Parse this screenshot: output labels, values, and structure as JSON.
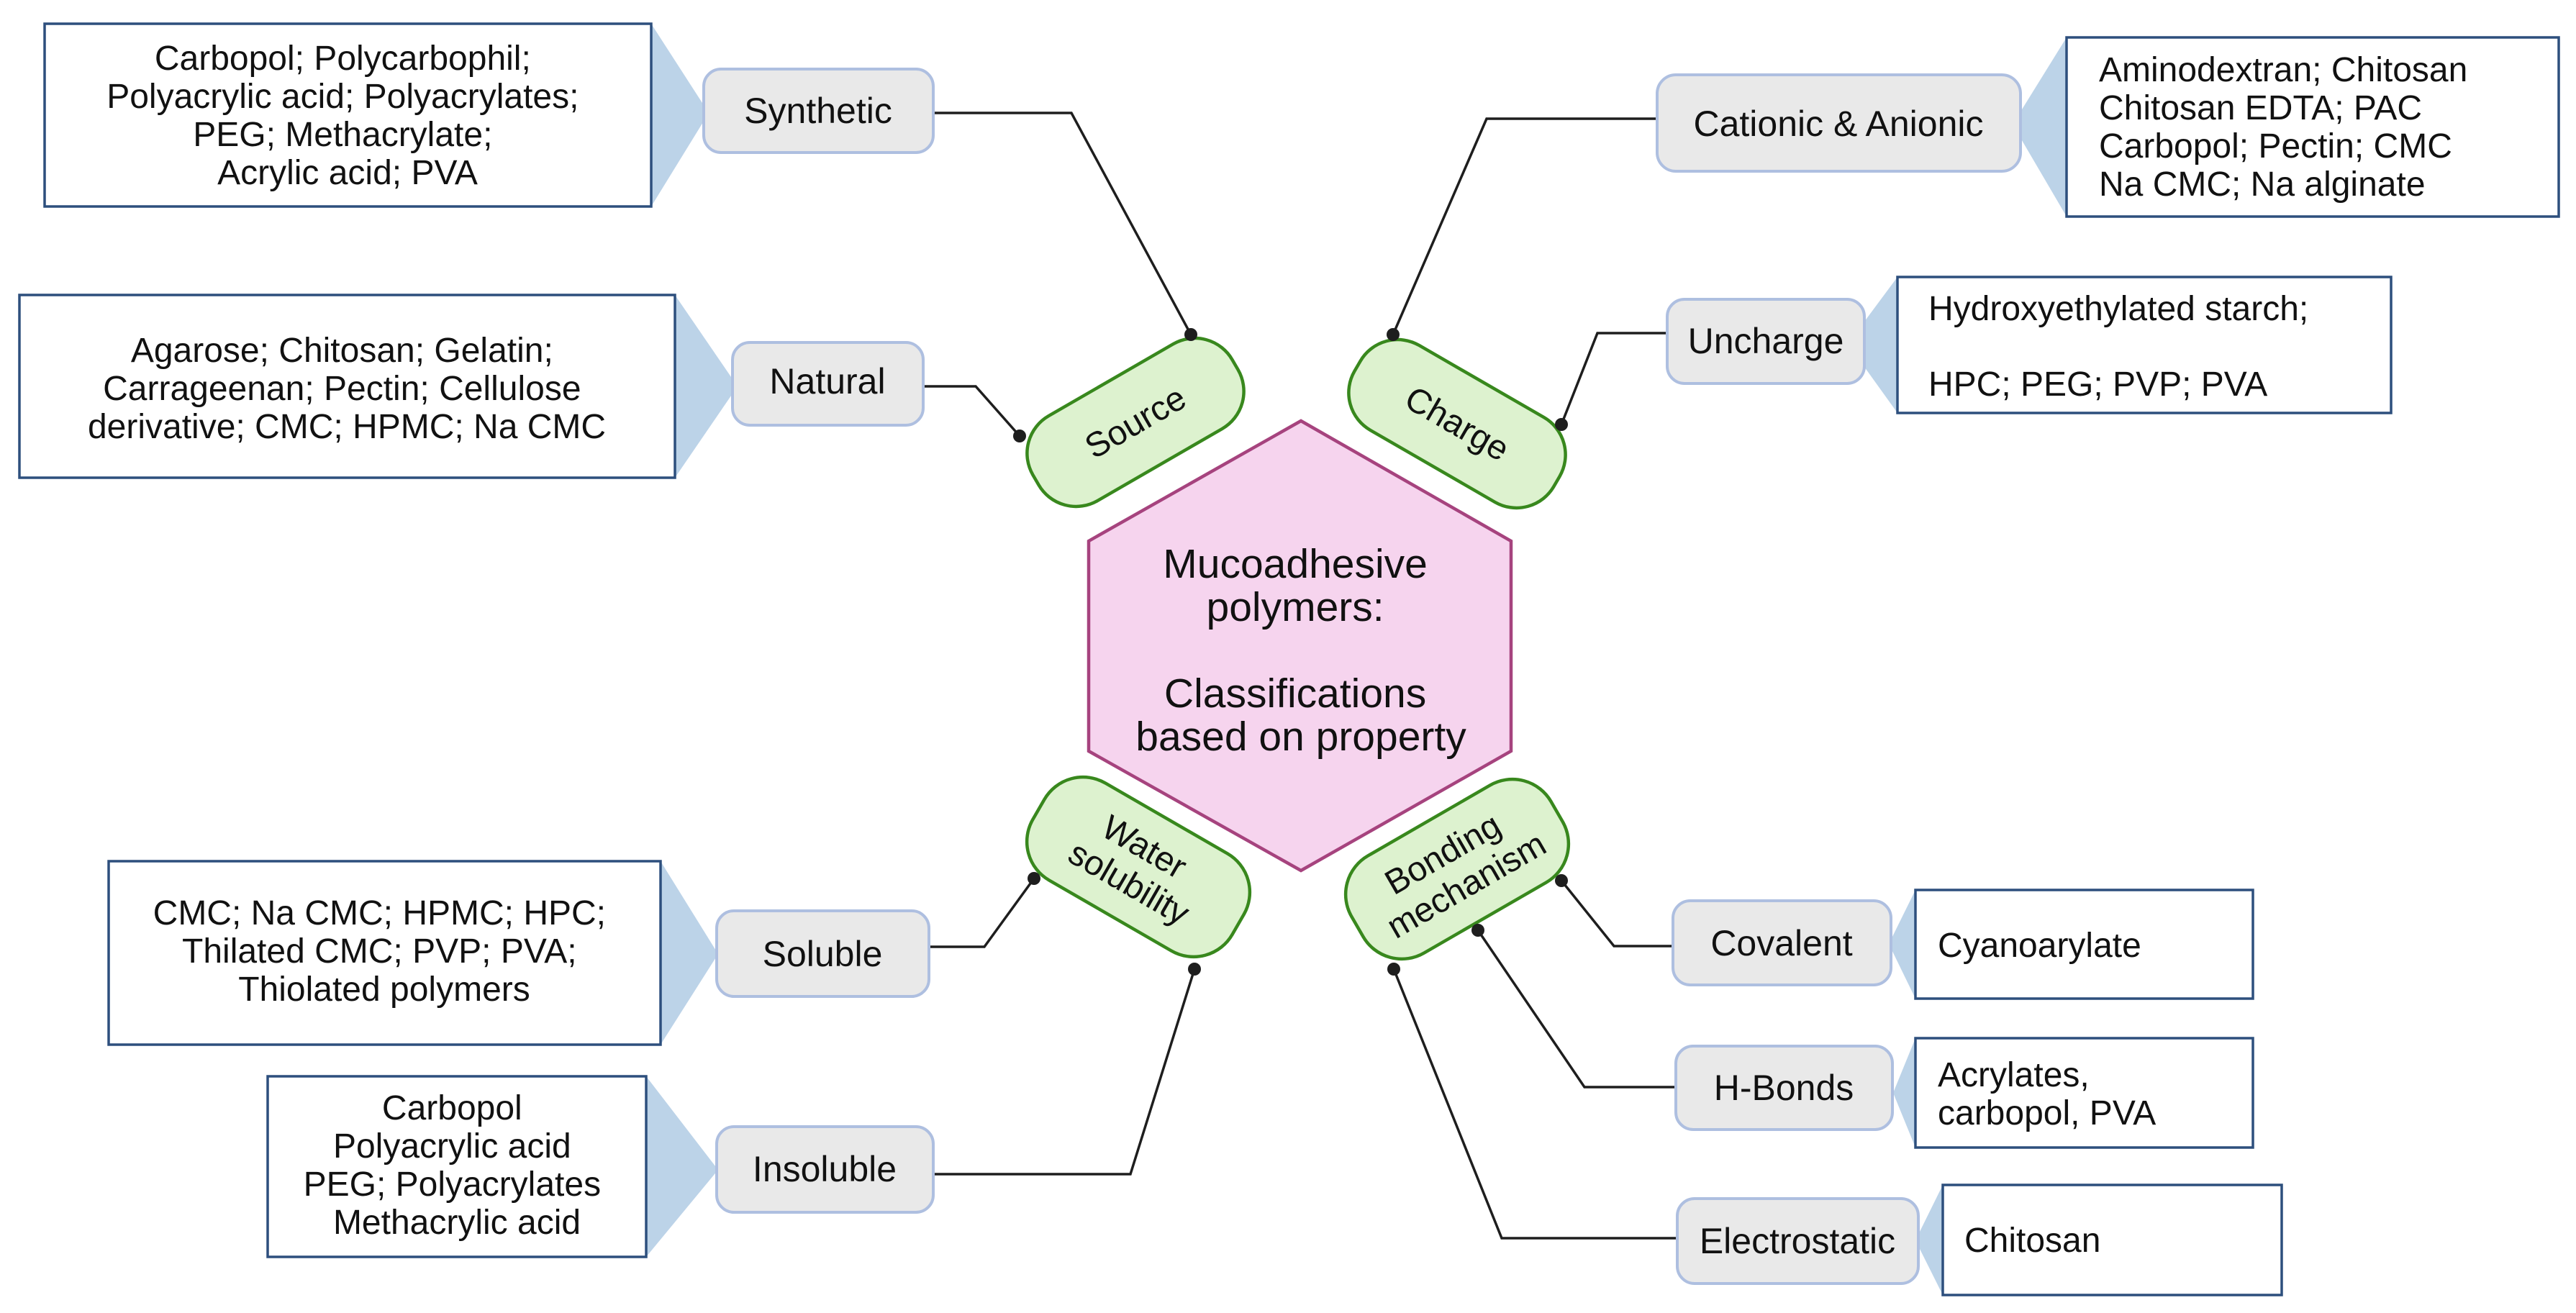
{
  "center": {
    "lines": [
      "Mucoadhesive",
      "polymers:",
      "",
      "Classifications",
      "based on property"
    ]
  },
  "categories": {
    "source": {
      "lines": [
        "Source"
      ]
    },
    "charge": {
      "lines": [
        "Charge"
      ]
    },
    "water": {
      "lines": [
        "Water",
        "solubility"
      ]
    },
    "bonding": {
      "lines": [
        "Bonding",
        "mechanism"
      ]
    }
  },
  "subcategories": {
    "synthetic": {
      "label": "Synthetic",
      "examples": [
        "Carbopol; Polycarbophil;",
        "Polyacrylic acid; Polyacrylates;",
        "PEG; Methacrylate;",
        "Acrylic acid; PVA"
      ]
    },
    "natural": {
      "label": "Natural",
      "examples": [
        "Agarose; Chitosan; Gelatin;",
        "Carrageenan; Pectin; Cellulose",
        "derivative; CMC; HPMC; Na CMC"
      ]
    },
    "cationic": {
      "label": "Cationic & Anionic",
      "examples": [
        "Aminodextran; Chitosan",
        "Chitosan EDTA; PAC",
        "Carbopol; Pectin; CMC",
        "Na CMC; Na alginate"
      ]
    },
    "uncharge": {
      "label": "Uncharge",
      "examples": [
        "Hydroxyethylated starch;",
        "",
        "HPC; PEG; PVP; PVA"
      ]
    },
    "soluble": {
      "label": "Soluble",
      "examples": [
        "CMC; Na CMC; HPMC; HPC;",
        "Thilated CMC; PVP; PVA;",
        "Thiolated polymers"
      ]
    },
    "insoluble": {
      "label": "Insoluble",
      "examples": [
        "Carbopol",
        "Polyacrylic acid",
        "PEG; Polyacrylates",
        "Methacrylic acid"
      ]
    },
    "covalent": {
      "label": "Covalent",
      "examples": [
        "Cyanoarylate"
      ]
    },
    "hbonds": {
      "label": "H-Bonds",
      "examples": [
        "Acrylates,",
        "carbopol, PVA"
      ]
    },
    "electrostatic": {
      "label": "Electrostatic",
      "examples": [
        "Chitosan"
      ]
    }
  },
  "colors": {
    "hexagon_fill": "#f6d4ee",
    "hexagon_stroke": "#a6437e",
    "category_fill": "#ddf2cf",
    "category_stroke": "#38881d",
    "subcategory_fill": "#e9e9e9",
    "subcategory_stroke": "#aebfe0",
    "example_stroke": "#2d4f7d",
    "pointer_fill": "#bcd3e8"
  }
}
